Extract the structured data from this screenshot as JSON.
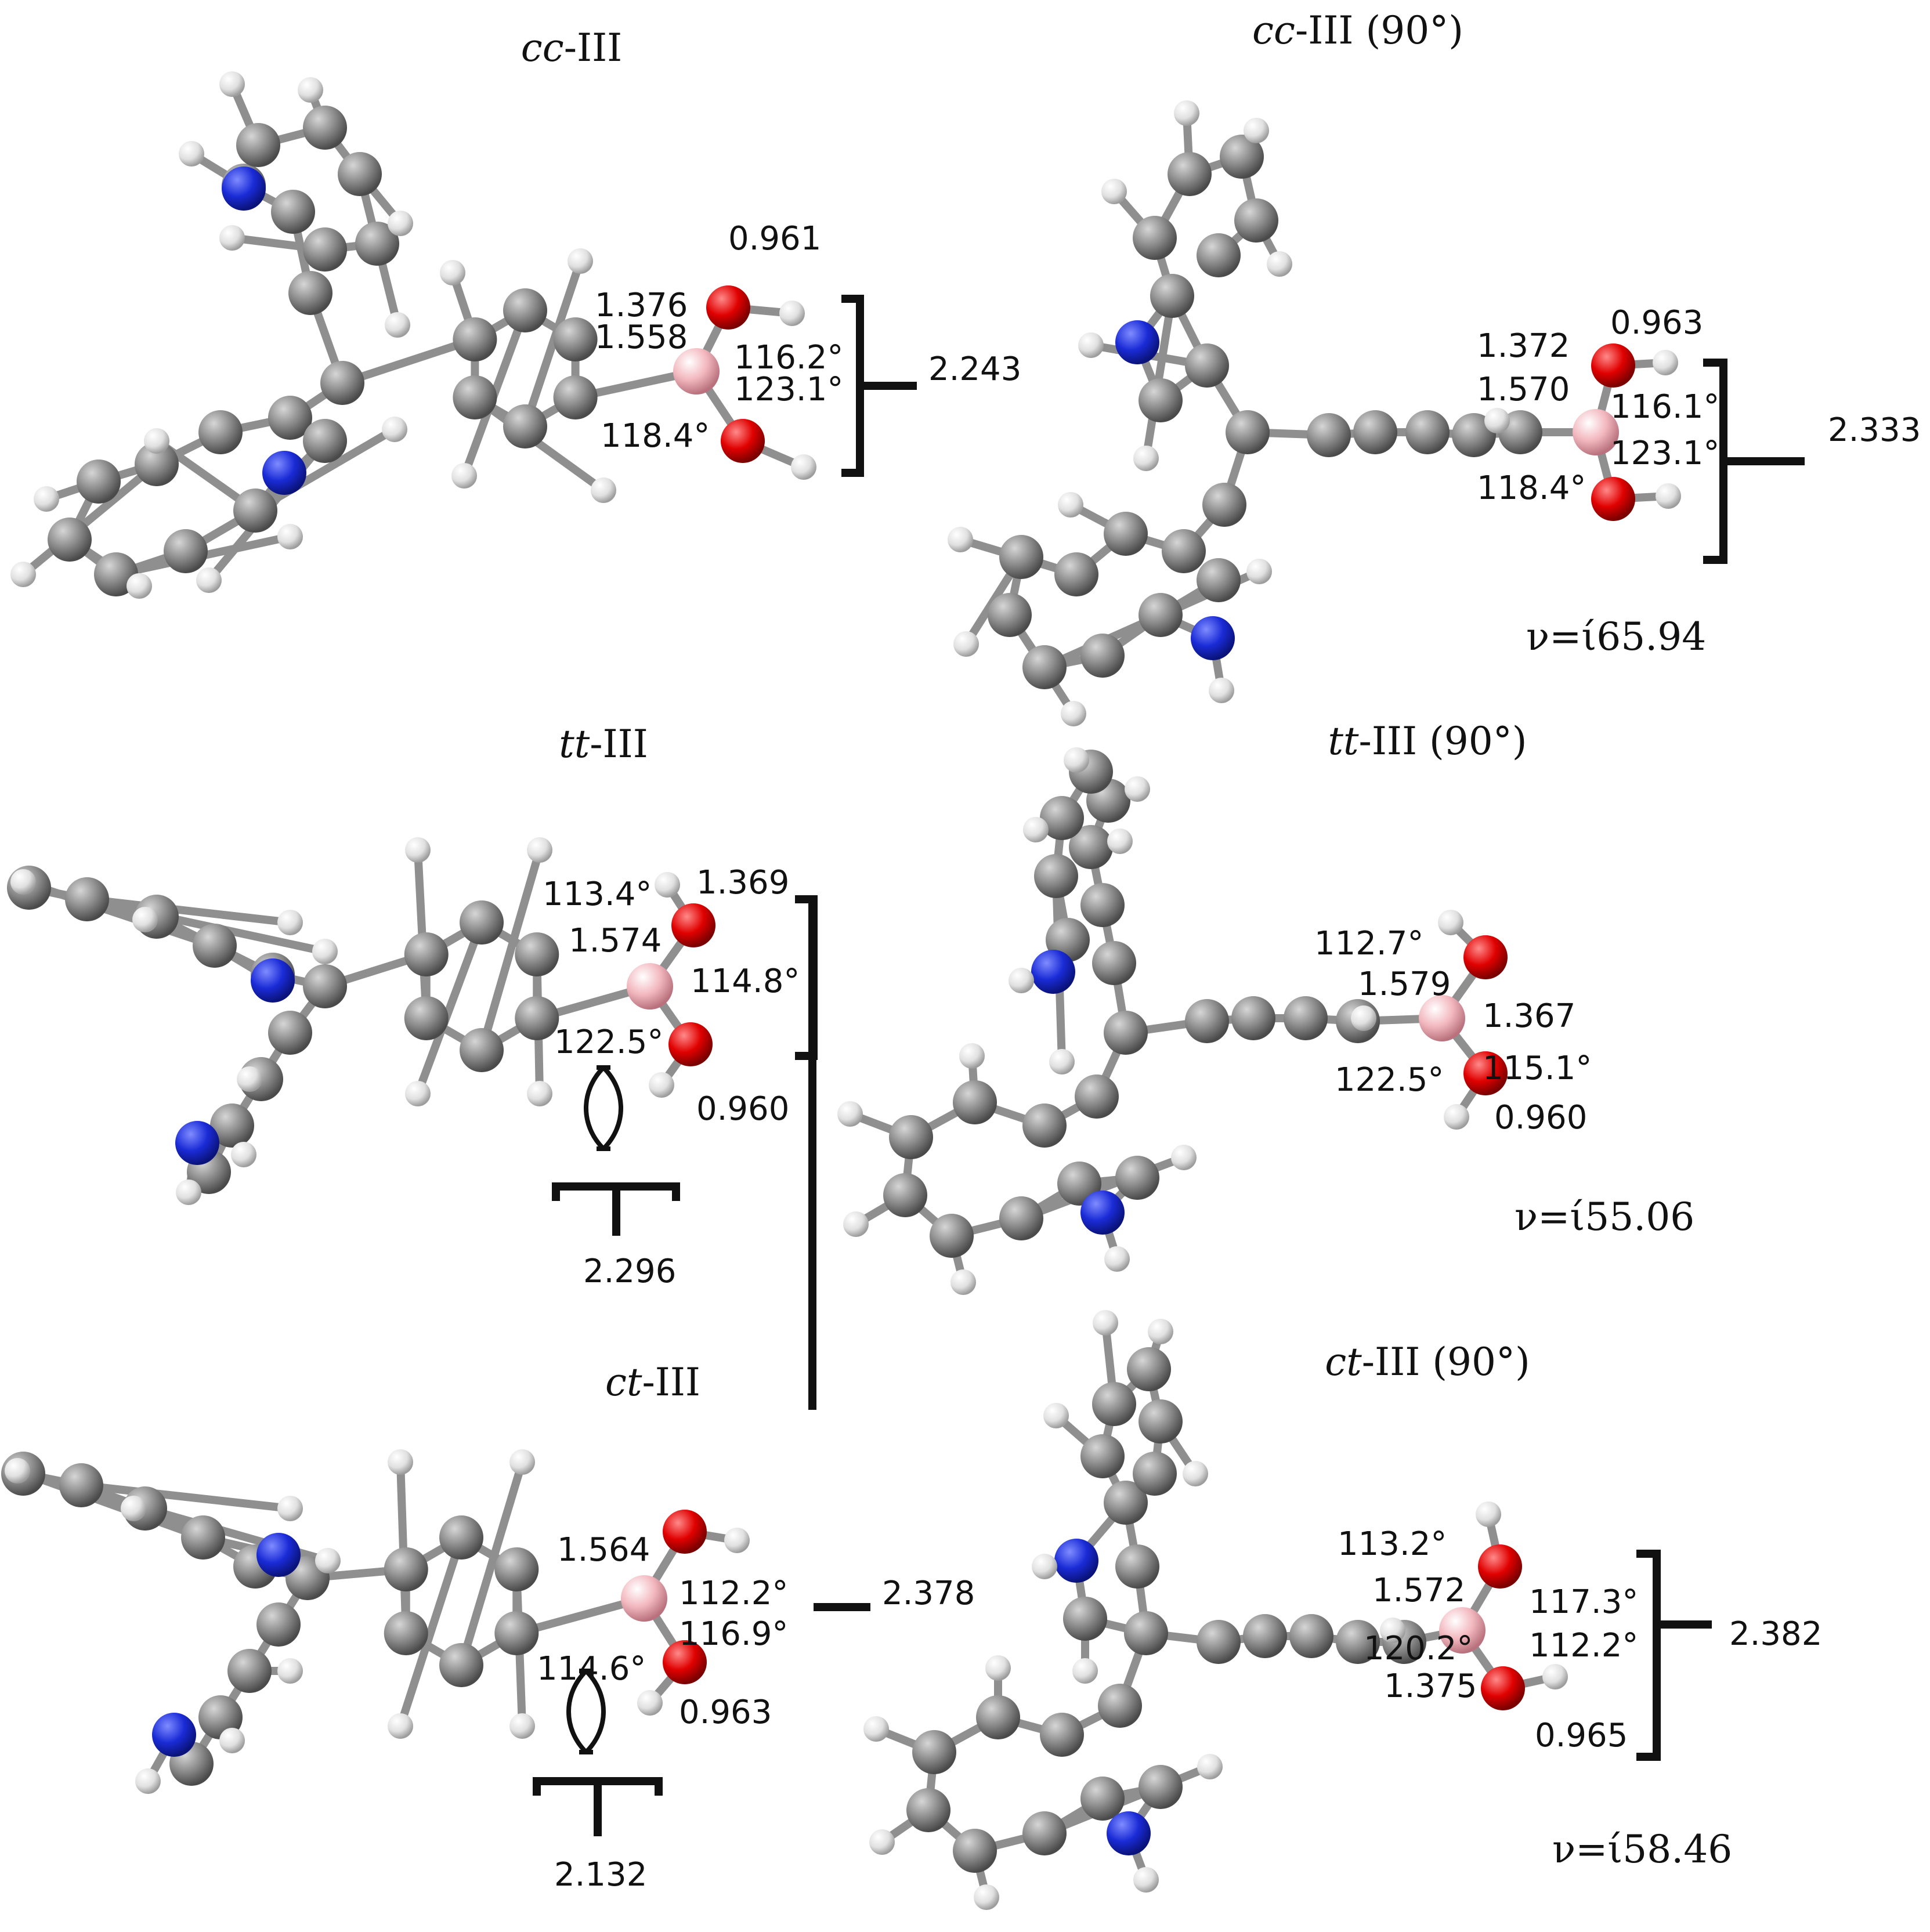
{
  "colors": {
    "carbon": "#8a8a8a",
    "hydrogen": "#e6e6e6",
    "nitrogen": "#1a2bd6",
    "oxygen": "#e00000",
    "boron": "#f2b7be"
  },
  "panels": [
    {
      "title_italic": "cc",
      "title_rest": "-III",
      "title_suffix": "",
      "labels": [
        "0.961",
        "1.376",
        "1.558",
        "116.2°",
        "123.1°",
        "118.4°"
      ],
      "bracket_value": "2.243",
      "freq": ""
    },
    {
      "title_italic": "cc",
      "title_rest": "-III",
      "title_suffix": " (90°)",
      "labels": [
        "1.372",
        "0.963",
        "1.570",
        "116.1°",
        "123.1°",
        "118.4°"
      ],
      "bracket_value": "2.333",
      "freq": "ν=ί65.94"
    },
    {
      "title_italic": "tt",
      "title_rest": "-III",
      "title_suffix": "",
      "labels": [
        "113.4°",
        "1.369",
        "1.574",
        "114.8°",
        "122.5°",
        "0.960"
      ],
      "bracket_value": "2.296",
      "freq": ""
    },
    {
      "title_italic": "tt",
      "title_rest": "-III",
      "title_suffix": " (90°)",
      "labels": [
        "112.7°",
        "1.579",
        "1.367",
        "115.1°",
        "122.5°",
        "0.960"
      ],
      "bracket_value": "",
      "freq": "ν=ί55.06"
    },
    {
      "title_italic": "ct",
      "title_rest": "-III",
      "title_suffix": "",
      "labels": [
        "1.564",
        "112.2°",
        "116.9°",
        "114.6°",
        "0.963"
      ],
      "bracket_value": "2.378",
      "bracket_value_2": "2.132",
      "freq": ""
    },
    {
      "title_italic": "ct",
      "title_rest": "-III",
      "title_suffix": " (90°)",
      "labels": [
        "113.2°",
        "1.572",
        "117.3°",
        "112.2°",
        "120.2°",
        "1.375",
        "0.965"
      ],
      "bracket_value": "2.382",
      "freq": "ν=ί58.46"
    }
  ]
}
